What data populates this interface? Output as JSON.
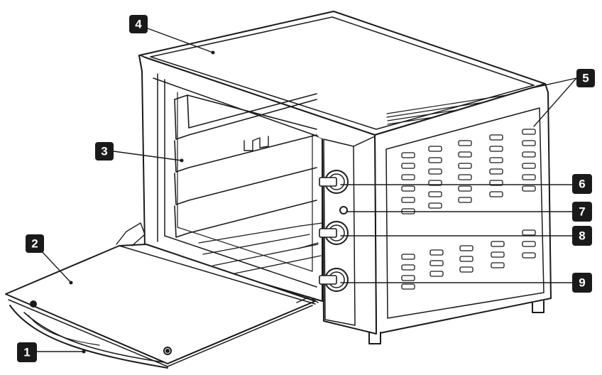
{
  "labels": [
    {
      "id": "1",
      "text": "1"
    },
    {
      "id": "2",
      "text": "2"
    },
    {
      "id": "3",
      "text": "3"
    },
    {
      "id": "4",
      "text": "4"
    },
    {
      "id": "5",
      "text": "5"
    },
    {
      "id": "6",
      "text": "6"
    },
    {
      "id": "7",
      "text": "7"
    },
    {
      "id": "8",
      "text": "8"
    },
    {
      "id": "9",
      "text": "9"
    }
  ],
  "colors": {
    "line": "#1a1a1a",
    "badge": "#1a1a1a",
    "badge_text": "#ffffff",
    "background": "#ffffff"
  }
}
